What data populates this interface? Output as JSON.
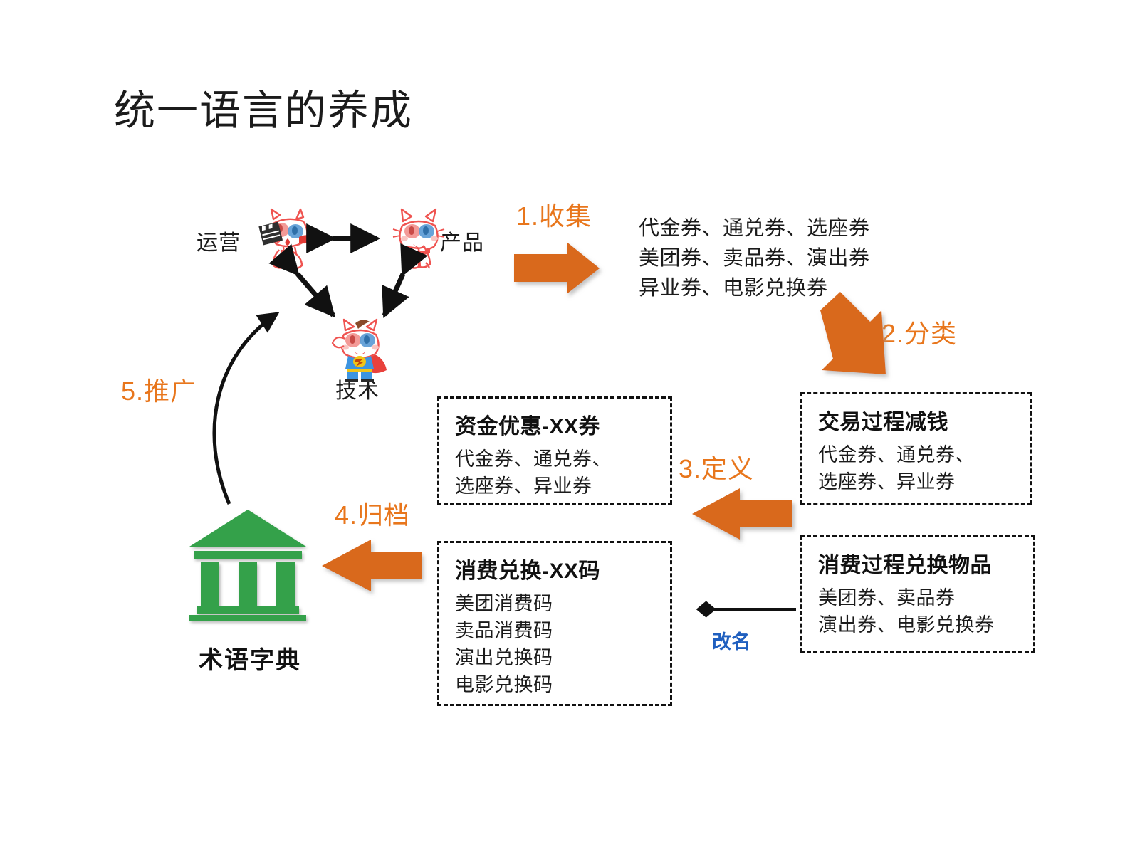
{
  "slide": {
    "title": "统一语言的养成",
    "background_color": "#ffffff"
  },
  "colors": {
    "accent_orange": "#D9691C",
    "label_orange": "#E8761C",
    "dictionary_green": "#34A14A",
    "rename_blue": "#1f5FBF",
    "text_black": "#1b1b1b"
  },
  "roles": {
    "operations": "运营",
    "product": "产品",
    "technology": "技术"
  },
  "steps": [
    {
      "id": "collect",
      "label": "1.收集"
    },
    {
      "id": "classify",
      "label": "2.分类"
    },
    {
      "id": "define",
      "label": "3.定义"
    },
    {
      "id": "archive",
      "label": "4.归档"
    },
    {
      "id": "promote",
      "label": "5.推广"
    }
  ],
  "collect_output": {
    "lines": [
      "代金券、通兑券、选座券",
      "美团券、卖品券、演出券",
      "异业券、电影兑换券"
    ]
  },
  "boxes": {
    "discount_defined": {
      "title": "资金优惠-XX券",
      "lines": [
        "代金券、通兑券、",
        "选座券、异业券"
      ]
    },
    "transaction_discount": {
      "title": "交易过程减钱",
      "lines": [
        "代金券、通兑券、",
        "选座券、异业券"
      ]
    },
    "redeem_defined": {
      "title": "消费兑换-XX码",
      "lines": [
        "美团消费码",
        "卖品消费码",
        "演出兑换码",
        "电影兑换码"
      ]
    },
    "consumption_redeem": {
      "title": "消费过程兑换物品",
      "lines": [
        "美团券、卖品券",
        "演出券、电影兑换券"
      ]
    }
  },
  "dictionary": {
    "label": "术语字典",
    "icon": "bank-temple-icon"
  },
  "rename_link": {
    "label": "改名"
  }
}
